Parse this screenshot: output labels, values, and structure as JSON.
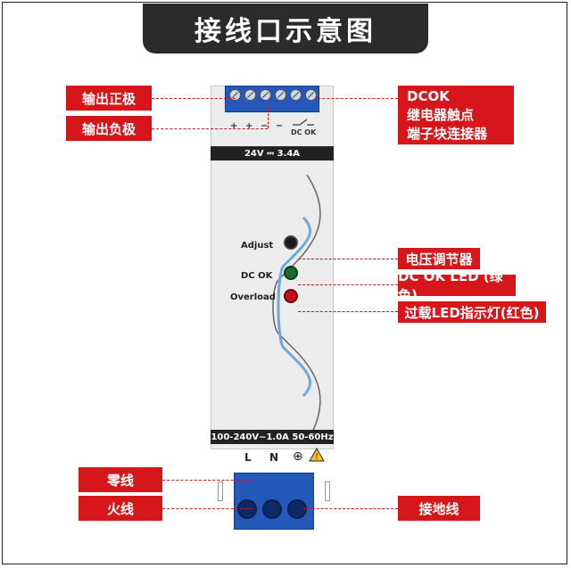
{
  "title": "接线口示意图",
  "labels": {
    "output_pos": "输出正极",
    "output_neg": "输出负极",
    "dcok_line1": "DCOK",
    "dcok_line2": "继电器触点",
    "dcok_line3": "端子块连接器",
    "voltage_adjust": "电压调节器",
    "dcok_led": "DC OK LED (绿色)",
    "overload_led": "过载LED指示灯(红色)",
    "neutral": "零线",
    "live": "火线",
    "ground": "接地线"
  },
  "device": {
    "polarity": [
      "+",
      "+",
      "−",
      "−"
    ],
    "dcok_terminal": "DC OK",
    "rating": "24V ⎓ 3.4A",
    "adjust": "Adjust",
    "dc_ok": "DC OK",
    "overload": "Overload",
    "input_rating": "100-240V~1.0A 50-60Hz",
    "input_l": "L",
    "input_n": "N"
  },
  "colors": {
    "label_bg": "#d7161c",
    "terminal": "#2458b9",
    "led_green": "#1c6b2a",
    "led_red": "#c4121c"
  }
}
